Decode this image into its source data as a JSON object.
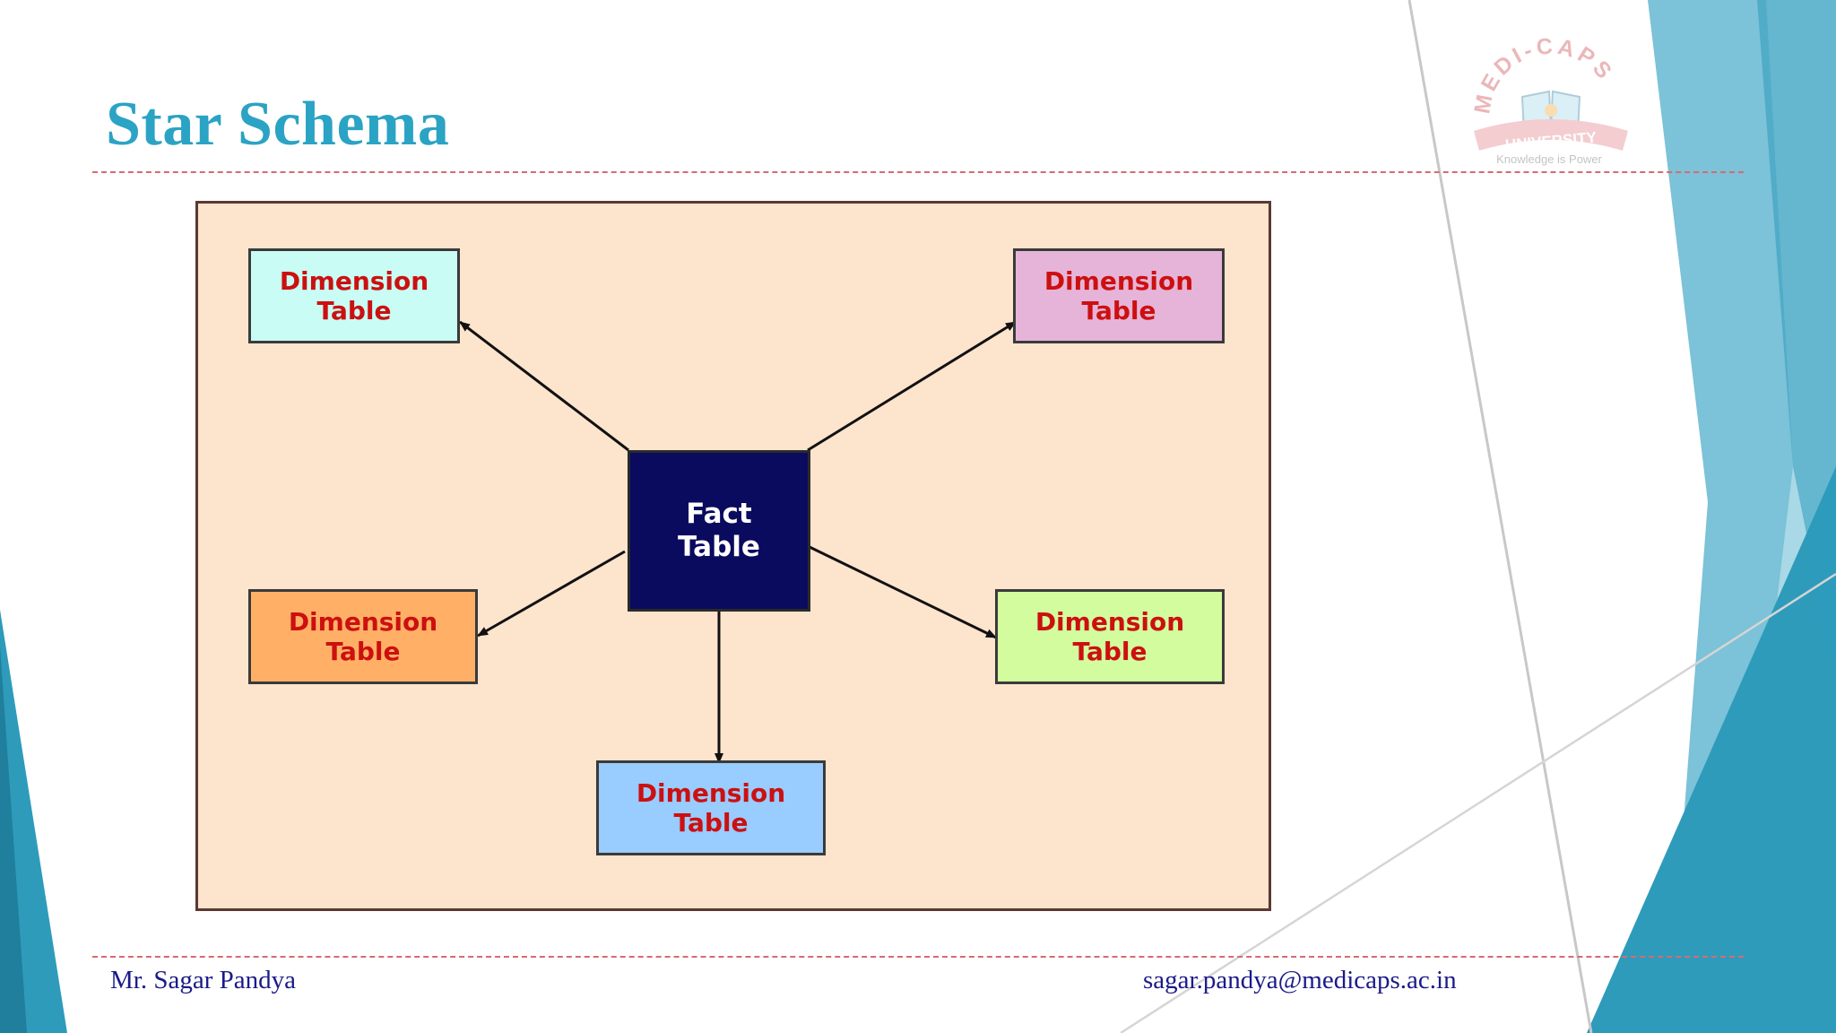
{
  "slide": {
    "title": "Star Schema",
    "footer_left": "Mr. Sagar Pandya",
    "footer_right": "sagar.pandya@medicaps.ac.in"
  },
  "logo": {
    "arc_text": "MEDI-CAPS",
    "ribbon_text": "UNIVERSITY",
    "tagline": "Knowledge is Power"
  },
  "diagram": {
    "fact": {
      "line1": "Fact",
      "line2": "Table",
      "color": "#0a0a5e"
    },
    "dimensions": [
      {
        "line1": "Dimension",
        "line2": "Table",
        "color": "#c8fcf4"
      },
      {
        "line1": "Dimension",
        "line2": "Table",
        "color": "#e6b4d8"
      },
      {
        "line1": "Dimension",
        "line2": "Table",
        "color": "#ffb066"
      },
      {
        "line1": "Dimension",
        "line2": "Table",
        "color": "#d2fc9e"
      },
      {
        "line1": "Dimension",
        "line2": "Table",
        "color": "#99ccff"
      }
    ]
  },
  "colors": {
    "title": "#2ba3c4",
    "dashed_rule": "#d56b72",
    "diagram_background": "#fde4cd",
    "dimension_text": "#cc1010",
    "accent_teal": "#2e9bbb"
  }
}
